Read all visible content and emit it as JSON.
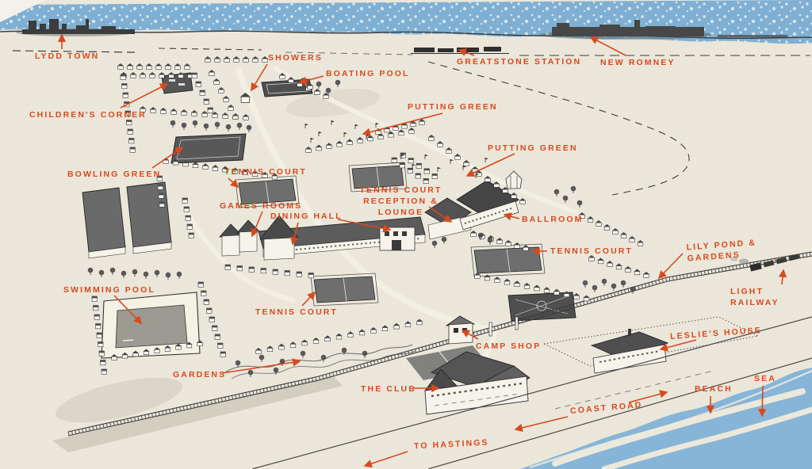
{
  "map": {
    "type": "illustrated-holiday-camp-birdseye-map",
    "labels": [
      {
        "id": "lydd-town",
        "text": "LYDD TOWN"
      },
      {
        "id": "childrens-corner",
        "text": "CHILDREN'S CORNER"
      },
      {
        "id": "showers",
        "text": "SHOWERS"
      },
      {
        "id": "boating-pool",
        "text": "BOATING POOL"
      },
      {
        "id": "greatstone-station",
        "text": "GREATSTONE STATION"
      },
      {
        "id": "new-romney",
        "text": "NEW ROMNEY"
      },
      {
        "id": "putting-green-north",
        "text": "PUTTING GREEN"
      },
      {
        "id": "putting-green-east",
        "text": "PUTTING GREEN"
      },
      {
        "id": "bowling-green",
        "text": "BOWLING GREEN"
      },
      {
        "id": "tennis-court-northwest",
        "text": "TENNIS COURT"
      },
      {
        "id": "games-rooms",
        "text": "GAMES ROOMS"
      },
      {
        "id": "dining-hall",
        "text": "DINING HALL"
      },
      {
        "id": "reception-lounge",
        "text": "TENNIS COURT\nRECEPTION & LOUNGE"
      },
      {
        "id": "ballroom",
        "text": "BALLROOM"
      },
      {
        "id": "tennis-court-east",
        "text": "TENNIS COURT"
      },
      {
        "id": "lily-pond-gardens",
        "text": "LILY POND & GARDENS"
      },
      {
        "id": "light-railway",
        "text": "LIGHT RAILWAY"
      },
      {
        "id": "swimming-pool",
        "text": "SWIMMING POOL"
      },
      {
        "id": "tennis-court-south",
        "text": "TENNIS COURT"
      },
      {
        "id": "gardens",
        "text": "GARDENS"
      },
      {
        "id": "camp-shop",
        "text": "CAMP SHOP"
      },
      {
        "id": "the-club",
        "text": "THE CLUB"
      },
      {
        "id": "leslies-house",
        "text": "LESLIE'S HOUSE"
      },
      {
        "id": "coast-road",
        "text": "COAST ROAD"
      },
      {
        "id": "to-hastings",
        "text": "TO HASTINGS"
      },
      {
        "id": "beach",
        "text": "BEACH"
      },
      {
        "id": "sea",
        "text": "SEA"
      }
    ],
    "colors": {
      "paper": "#ebe7da",
      "sky_blue": "#7fb0d3",
      "sea_blue": "#86b5d7",
      "label_orange": "#d8491e",
      "ink": "#2f2f2f"
    }
  }
}
